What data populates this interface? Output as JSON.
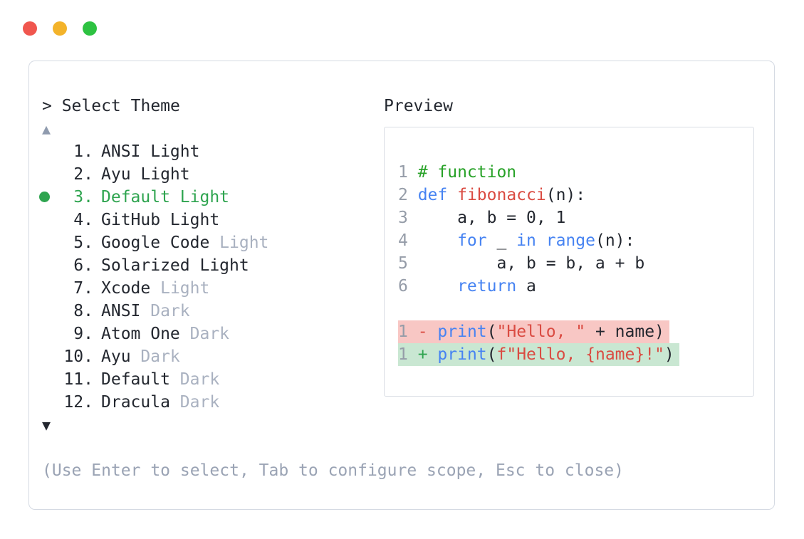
{
  "window_controls": [
    {
      "name": "close",
      "color": "#f0564e"
    },
    {
      "name": "minimize",
      "color": "#f3b32a"
    },
    {
      "name": "maximize",
      "color": "#2dc241"
    }
  ],
  "theme_selector": {
    "prompt": "> Select Theme",
    "scroll_up": "▲",
    "scroll_down": "▼",
    "items": [
      {
        "number": "1.",
        "name": "ANSI Light",
        "variant": "",
        "selected": false
      },
      {
        "number": "2.",
        "name": "Ayu Light",
        "variant": "",
        "selected": false
      },
      {
        "number": "3.",
        "name": "Default Light",
        "variant": "",
        "selected": true
      },
      {
        "number": "4.",
        "name": "GitHub Light",
        "variant": "",
        "selected": false
      },
      {
        "number": "5.",
        "name": "Google Code",
        "variant": "Light",
        "selected": false
      },
      {
        "number": "6.",
        "name": "Solarized Light",
        "variant": "",
        "selected": false
      },
      {
        "number": "7.",
        "name": "Xcode",
        "variant": "Light",
        "selected": false
      },
      {
        "number": "8.",
        "name": "ANSI",
        "variant": "Dark",
        "selected": false
      },
      {
        "number": "9.",
        "name": "Atom One",
        "variant": "Dark",
        "selected": false
      },
      {
        "number": "10.",
        "name": "Ayu",
        "variant": "Dark",
        "selected": false
      },
      {
        "number": "11.",
        "name": "Default",
        "variant": "Dark",
        "selected": false
      },
      {
        "number": "12.",
        "name": "Dracula",
        "variant": "Dark",
        "selected": false
      }
    ],
    "hint": "(Use Enter to select, Tab to configure scope, Esc to close)"
  },
  "preview": {
    "label": "Preview",
    "code_lines": [
      {
        "number": "1",
        "diff": null,
        "tokens": [
          {
            "text": "# function",
            "type": "comment"
          }
        ]
      },
      {
        "number": "2",
        "diff": null,
        "tokens": [
          {
            "text": "def",
            "type": "keyword"
          },
          {
            "text": " ",
            "type": "plain"
          },
          {
            "text": "fibonacci",
            "type": "function"
          },
          {
            "text": "(n):",
            "type": "plain"
          }
        ]
      },
      {
        "number": "3",
        "diff": null,
        "tokens": [
          {
            "text": "    a, b = 0, 1",
            "type": "plain"
          }
        ]
      },
      {
        "number": "4",
        "diff": null,
        "tokens": [
          {
            "text": "    ",
            "type": "plain"
          },
          {
            "text": "for",
            "type": "keyword"
          },
          {
            "text": " _ ",
            "type": "plain"
          },
          {
            "text": "in",
            "type": "keyword"
          },
          {
            "text": " ",
            "type": "plain"
          },
          {
            "text": "range",
            "type": "keyword"
          },
          {
            "text": "(n):",
            "type": "plain"
          }
        ]
      },
      {
        "number": "5",
        "diff": null,
        "tokens": [
          {
            "text": "        a, b = b, a + b",
            "type": "plain"
          }
        ]
      },
      {
        "number": "6",
        "diff": null,
        "tokens": [
          {
            "text": "    ",
            "type": "plain"
          },
          {
            "text": "return",
            "type": "keyword"
          },
          {
            "text": " a",
            "type": "plain"
          }
        ]
      },
      {
        "number": "",
        "diff": null,
        "tokens": []
      },
      {
        "number": "1",
        "diff": "removed",
        "tokens": [
          {
            "text": "-",
            "type": "diff-removed"
          },
          {
            "text": " ",
            "type": "plain"
          },
          {
            "text": "print",
            "type": "keyword"
          },
          {
            "text": "(",
            "type": "plain"
          },
          {
            "text": "\"Hello, \"",
            "type": "string"
          },
          {
            "text": " + name)",
            "type": "plain"
          }
        ]
      },
      {
        "number": "1",
        "diff": "added",
        "tokens": [
          {
            "text": "+",
            "type": "diff-added"
          },
          {
            "text": " ",
            "type": "plain"
          },
          {
            "text": "print",
            "type": "keyword"
          },
          {
            "text": "(",
            "type": "plain"
          },
          {
            "text": "f\"Hello, {name}!\"",
            "type": "string"
          },
          {
            "text": ")",
            "type": "plain"
          }
        ]
      }
    ]
  },
  "colors": {
    "selected_green": "#2ea44f",
    "comment_green": "#28a228",
    "keyword_blue": "#4683f2",
    "string_red": "#da4b42",
    "variant_gray": "#a9b1c0",
    "hint_gray": "#9aa3b4",
    "line_number_gray": "#959ca8",
    "diff_removed_bg": "#f8c7c4",
    "diff_added_bg": "#c9e7d2",
    "panel_border": "#d5dae3"
  }
}
